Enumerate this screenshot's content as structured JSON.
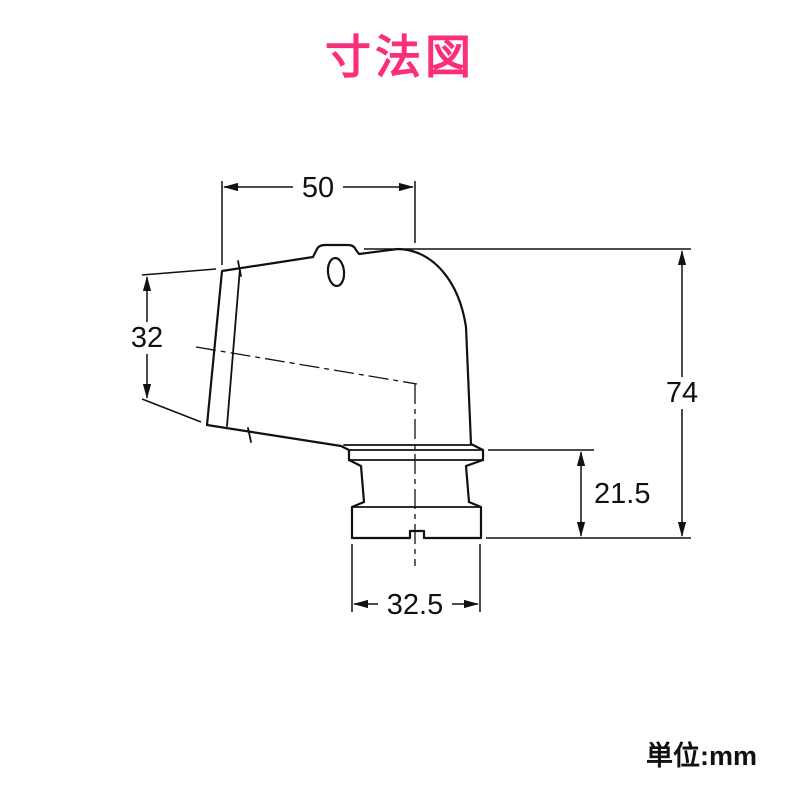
{
  "title": "寸法図",
  "unit": {
    "label": "単位:mm"
  },
  "dims": {
    "top_width": "50",
    "inlet_diameter": "32",
    "overall_height": "74",
    "barb_section_height": "21.5",
    "outlet_width": "32.5"
  },
  "colors": {
    "title": "#fa2e7a",
    "line": "#111111",
    "background": "#ffffff"
  }
}
